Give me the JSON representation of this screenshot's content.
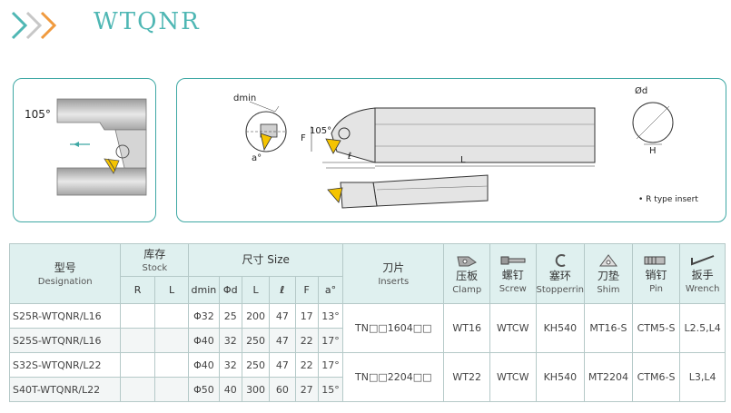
{
  "header": {
    "title": "WTQNR"
  },
  "colors": {
    "accent": "#3ea8a4",
    "chevron_left": "#f09a3e",
    "chevron_mid": "#c7c7c7",
    "chevron_right": "#4fb7b4",
    "header_bg": "#dff0ef",
    "insert_yellow": "#f5c400"
  },
  "figure_left": {
    "angle_label": "105°"
  },
  "figure_right": {
    "dmin": "dmin",
    "a_label": "a°",
    "f_label": "F",
    "angle_label": "105°",
    "l_label": "ℓ",
    "L_label": "L",
    "od_label": "Ød",
    "h_label": "H",
    "note": "• R type insert"
  },
  "table": {
    "headers": {
      "designation_cn": "型号",
      "designation_en": "Designation",
      "stock_cn": "库存",
      "stock_en": "Stock",
      "stock_r": "R",
      "stock_l": "L",
      "size_title": "尺寸 Size",
      "dims": [
        "dmin",
        "Φd",
        "L",
        "ℓ",
        "F",
        "a°"
      ],
      "inserts_cn": "刀片",
      "inserts_en": "Inserts",
      "clamp_cn": "压板",
      "clamp_en": "Clamp",
      "screw_cn": "螺钉",
      "screw_en": "Screw",
      "stopper_cn": "塞环",
      "stopper_en": "Stopperring",
      "shim_cn": "刀垫",
      "shim_en": "Shim",
      "pin_cn": "销钉",
      "pin_en": "Pin",
      "wrench_cn": "扳手",
      "wrench_en": "Wrench"
    },
    "rows": [
      {
        "designation": "S25R-WTQNR/L16",
        "dmin": "Φ32",
        "d": "25",
        "L": "200",
        "l": "47",
        "F": "17",
        "a": "13°"
      },
      {
        "designation": "S25S-WTQNR/L16",
        "dmin": "Φ40",
        "d": "32",
        "L": "250",
        "l": "47",
        "F": "22",
        "a": "17°"
      },
      {
        "designation": "S32S-WTQNR/L22",
        "dmin": "Φ40",
        "d": "32",
        "L": "250",
        "l": "47",
        "F": "22",
        "a": "17°"
      },
      {
        "designation": "S40T-WTQNR/L22",
        "dmin": "Φ50",
        "d": "40",
        "L": "300",
        "l": "60",
        "F": "27",
        "a": "15°"
      }
    ],
    "groups": [
      {
        "inserts": "TN□□1604□□",
        "clamp": "WT16",
        "screw": "WTCW",
        "stopper": "KH540",
        "shim": "MT16-S",
        "pin": "CTM5-S",
        "wrench": "L2.5,L4"
      },
      {
        "inserts": "TN□□2204□□",
        "clamp": "WT22",
        "screw": "WTCW",
        "stopper": "KH540",
        "shim": "MT2204",
        "pin": "CTM6-S",
        "wrench": "L3,L4"
      }
    ]
  }
}
